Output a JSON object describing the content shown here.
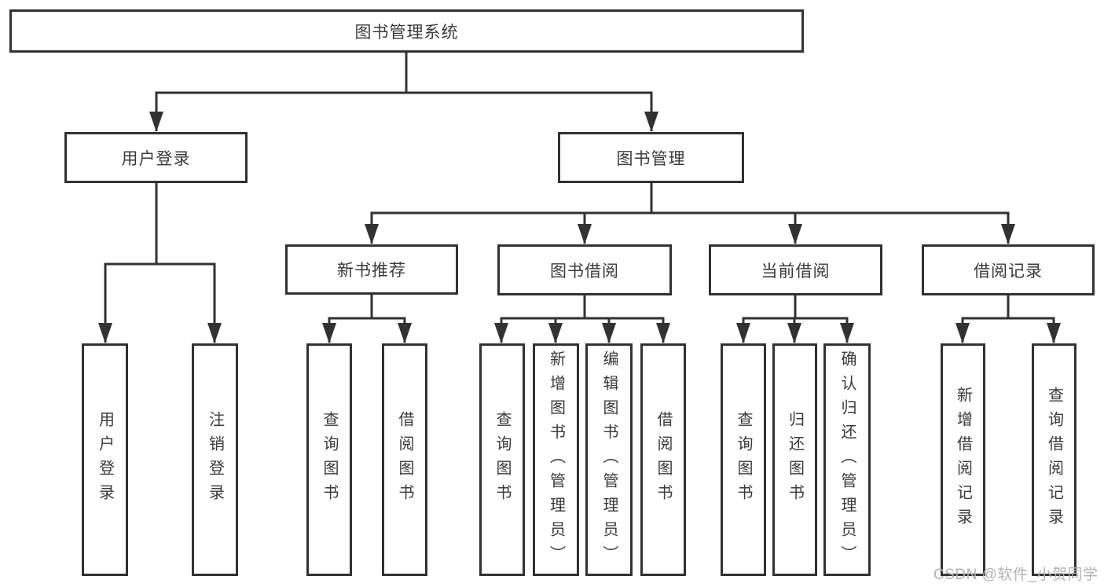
{
  "diagram": {
    "root": {
      "label": "图书管理系统"
    },
    "branches": [
      {
        "label": "用户登录",
        "children": [
          {
            "label": "用户登录"
          },
          {
            "label": "注销登录"
          }
        ]
      },
      {
        "label": "图书管理",
        "children": [
          {
            "label": "新书推荐",
            "children": [
              {
                "label": "查询图书"
              },
              {
                "label": "借阅图书"
              }
            ]
          },
          {
            "label": "图书借阅",
            "children": [
              {
                "label": "查询图书"
              },
              {
                "label": "新增图书（管理员）"
              },
              {
                "label": "编辑图书（管理员）"
              },
              {
                "label": "借阅图书"
              }
            ]
          },
          {
            "label": "当前借阅",
            "children": [
              {
                "label": "查询图书"
              },
              {
                "label": "归还图书"
              },
              {
                "label": "确认归还（管理员）"
              }
            ]
          },
          {
            "label": "借阅记录",
            "children": [
              {
                "label": "新增借阅记录"
              },
              {
                "label": "查询借阅记录"
              }
            ]
          }
        ]
      }
    ]
  },
  "watermark": {
    "text": "CSDN @软件_小贺同学"
  },
  "colors": {
    "line": "#323232",
    "box_background": "#ffffff",
    "text": "#3a3a3a",
    "watermark": "#b3b3b3",
    "background": "#ffffff"
  }
}
